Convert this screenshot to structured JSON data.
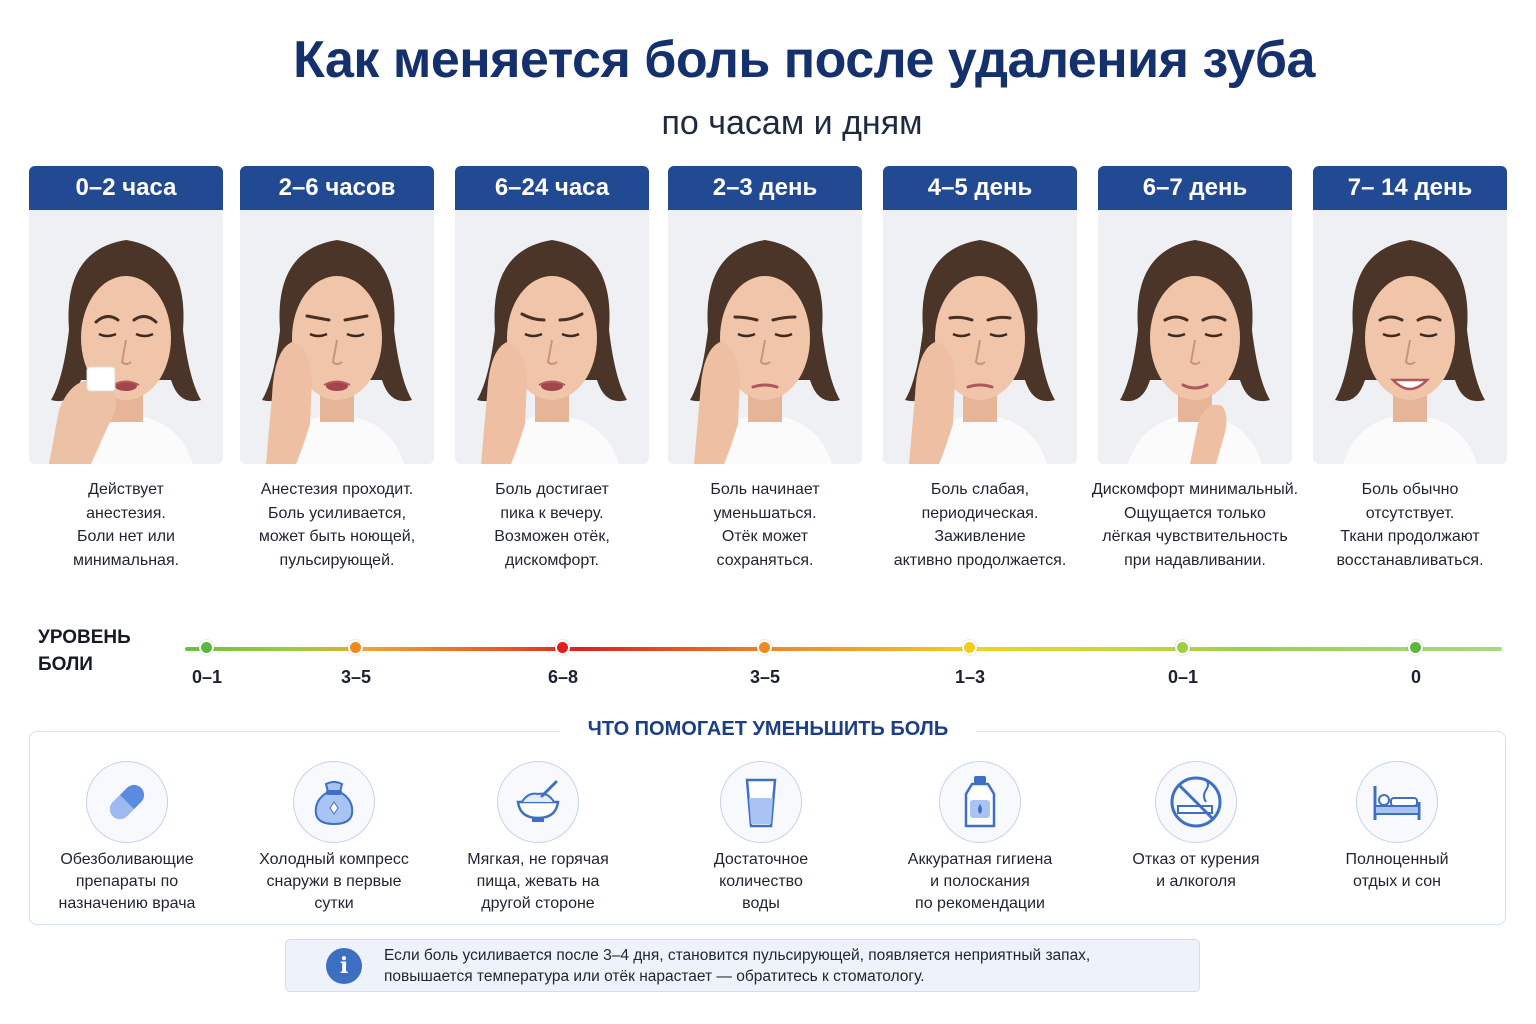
{
  "title": "Как меняется боль после удаления зуба",
  "subtitle": "по часам и дням",
  "stages": [
    {
      "period": "0–2 часа",
      "description": [
        "Действует",
        "анестезия.",
        "Боли нет или",
        "минимальная."
      ],
      "pain_level": "0–1",
      "pain_color": "#5cb83c",
      "face": "bleeding-gauze-face"
    },
    {
      "period": "2–6 часов",
      "description": [
        "Анестезия проходит.",
        "Боль усиливается,",
        "может быть ноющей,",
        "пульсирующей."
      ],
      "pain_level": "3–5",
      "pain_color": "#f08a1c",
      "face": "pained-face"
    },
    {
      "period": "6–24 часа",
      "description": [
        "Боль достигает",
        "пика к вечеру.",
        "Возможен отёк,",
        "дискомфорт."
      ],
      "pain_level": "6–8",
      "pain_color": "#e01e1e",
      "face": "peak-pain-face"
    },
    {
      "period": "2–3 день",
      "description": [
        "Боль начинает",
        "уменьшаться.",
        "Отёк может",
        "сохраняться."
      ],
      "pain_level": "3–5",
      "pain_color": "#f08a1c",
      "face": "aching-face"
    },
    {
      "period": "4–5 день",
      "description": [
        "Боль слабая,",
        "периодическая.",
        "Заживление",
        "активно продолжается."
      ],
      "pain_level": "1–3",
      "pain_color": "#f2cf16",
      "face": "mild-pain-face"
    },
    {
      "period": "6–7 день",
      "description": [
        "Дискомфорт минимальный.",
        "Ощущается только",
        "лёгкая чувствительность",
        "при надавливании."
      ],
      "pain_level": "0–1",
      "pain_color": "#9ccf44",
      "face": "calm-face"
    },
    {
      "period": "7– 14 день",
      "description": [
        "Боль обычно",
        "отсутствует.",
        "Ткани продолжают",
        "восстанавливаться."
      ],
      "pain_level": "0",
      "pain_color": "#5cb83c",
      "face": "smiling-face"
    }
  ],
  "pain_scale": {
    "label": [
      "УРОВЕНЬ",
      "БОЛИ"
    ]
  },
  "help": {
    "title": "ЧТО ПОМОГАЕТ УМЕНЬШИТЬ БОЛЬ",
    "items": [
      {
        "icon": "pill-icon",
        "text": [
          "Обезболивающие",
          "препараты по",
          "назначению врача"
        ]
      },
      {
        "icon": "ice-pack-icon",
        "text": [
          "Холодный компресс",
          "снаружи в первые",
          "сутки"
        ]
      },
      {
        "icon": "soft-food-bowl-icon",
        "text": [
          "Мягкая, не горячая",
          "пища, жевать на",
          "другой стороне"
        ]
      },
      {
        "icon": "water-glass-icon",
        "text": [
          "Достаточное",
          "количество",
          "воды"
        ]
      },
      {
        "icon": "mouthwash-bottle-icon",
        "text": [
          "Аккуратная гигиена",
          "и полоскания",
          "по рекомендации"
        ]
      },
      {
        "icon": "no-smoking-icon",
        "text": [
          "Отказ от курения",
          "и алкоголя"
        ]
      },
      {
        "icon": "bed-icon",
        "text": [
          "Полноценный",
          "отдых и сон"
        ]
      }
    ]
  },
  "note": {
    "icon": "info-icon",
    "symbol": "i",
    "lines": [
      "Если боль усиливается после 3–4 дня, становится пульсирующей, появляется неприятный запах,",
      "повышается температура или отёк нарастает — обратитесь к стоматологу."
    ]
  },
  "colors": {
    "primary": "#224a93",
    "title": "#14316e",
    "accent": "#3c6fc1"
  }
}
